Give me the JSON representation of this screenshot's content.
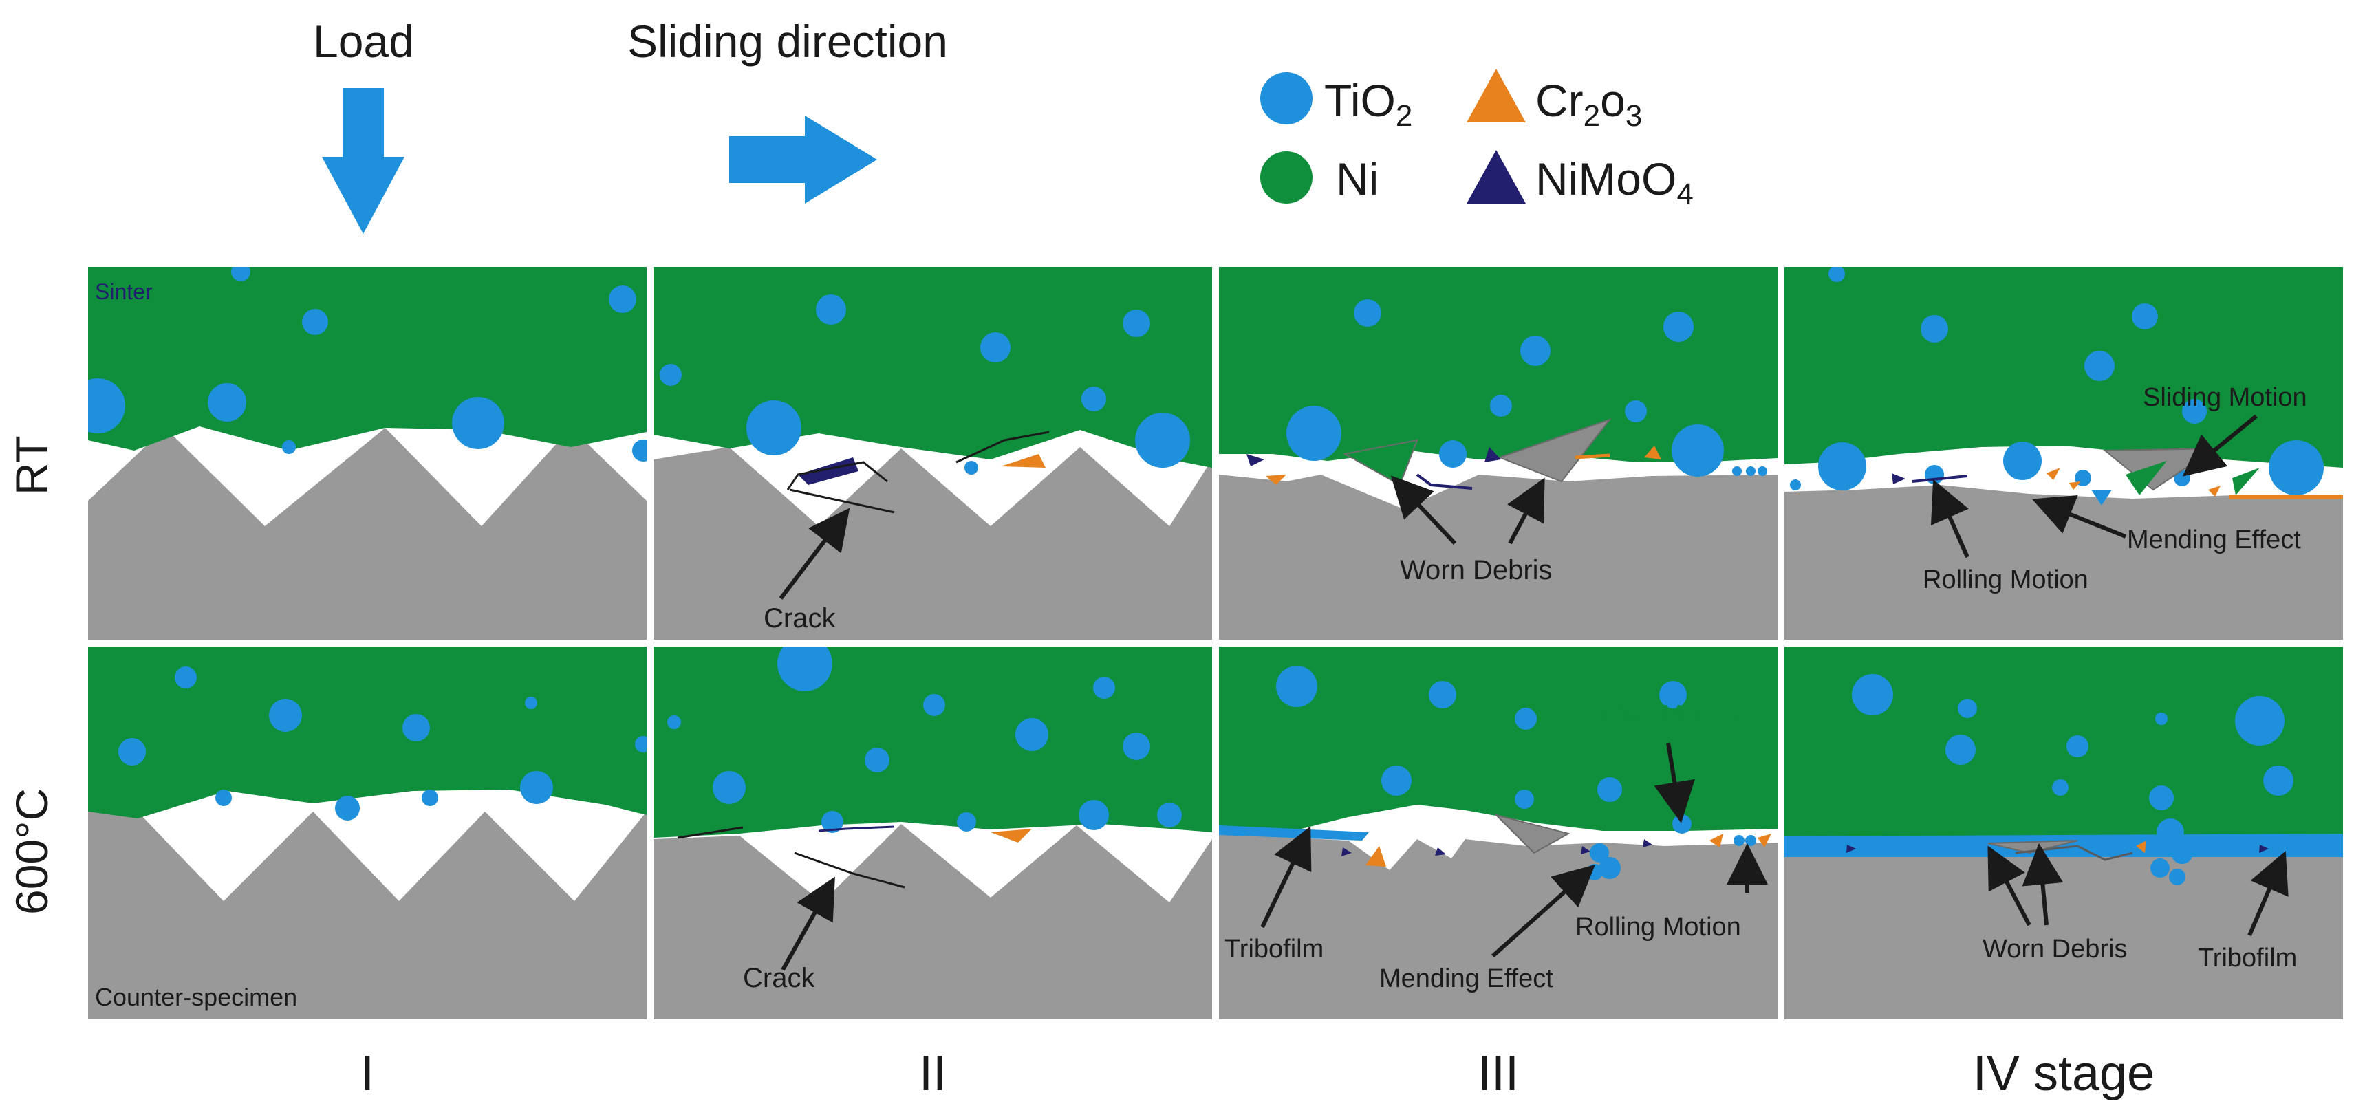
{
  "header": {
    "load_label": "Load",
    "sliding_label": "Sliding direction"
  },
  "legend": {
    "items": [
      {
        "name": "TiO",
        "sub": "2",
        "shape": "circle",
        "color": "#1e90dc"
      },
      {
        "name": "Cr",
        "sub": "2",
        "suffix": "o",
        "sub2": "3",
        "shape": "triangle",
        "color": "#e8821e"
      },
      {
        "name": "Ni",
        "sub": "",
        "shape": "circle",
        "color": "#0f8f3c"
      },
      {
        "name": "NiMoO",
        "sub": "4",
        "shape": "triangle",
        "color": "#22206e"
      }
    ]
  },
  "rows": {
    "rt": "RT",
    "hot": "600°C"
  },
  "stages": [
    "I",
    "II",
    "III",
    "IV stage"
  ],
  "panel_text": {
    "sinter": "Sinter",
    "counter": "Counter-specimen"
  },
  "annotations": {
    "crack": "Crack",
    "worn_debris": "Worn Debris",
    "sliding_motion": "Sliding Motion",
    "mending_effect": "Mending Effect",
    "rolling_motion": "Rolling Motion",
    "tribofilm": "Tribofilm"
  },
  "colors": {
    "sinter": "#0f8f3c",
    "particle": "#1e90dc",
    "counter": "#999999",
    "debris_gray": "#8c8c8c",
    "cr2o3": "#e8821e",
    "nimoo4": "#22206e",
    "arrow": "#1e90dc"
  }
}
